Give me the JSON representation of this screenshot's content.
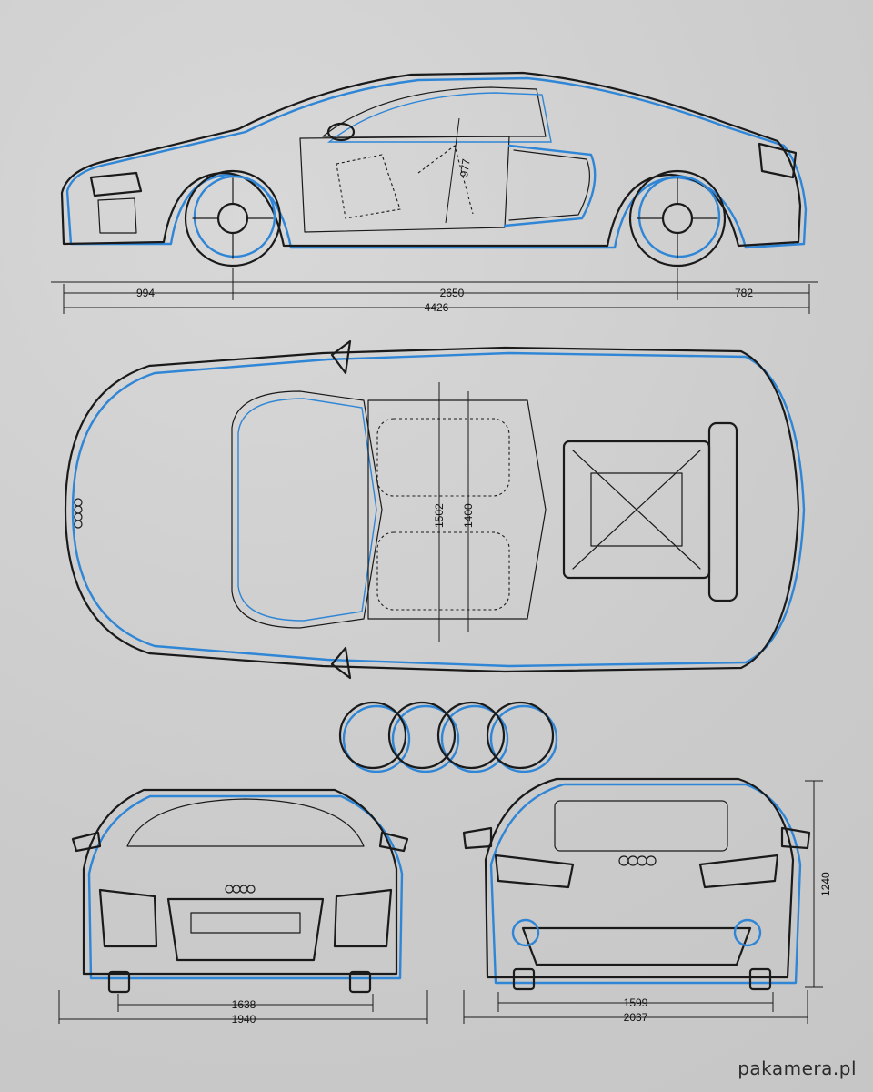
{
  "dimensions": {
    "side": {
      "front_overhang": "994",
      "wheelbase": "2650",
      "rear_overhang": "782",
      "length": "4426",
      "seat_height": "977"
    },
    "top": {
      "cabin_width": "1502",
      "inner_width": "1400"
    },
    "front": {
      "track_front": "1638",
      "width": "1940"
    },
    "rear": {
      "track_rear": "1599",
      "width_mirrors": "2037",
      "height": "1240"
    }
  },
  "watermark": "pakamera.pl",
  "colors": {
    "ink": "#1a1a1a",
    "blue": "#2f86d6",
    "background": "#cfcfcf"
  }
}
